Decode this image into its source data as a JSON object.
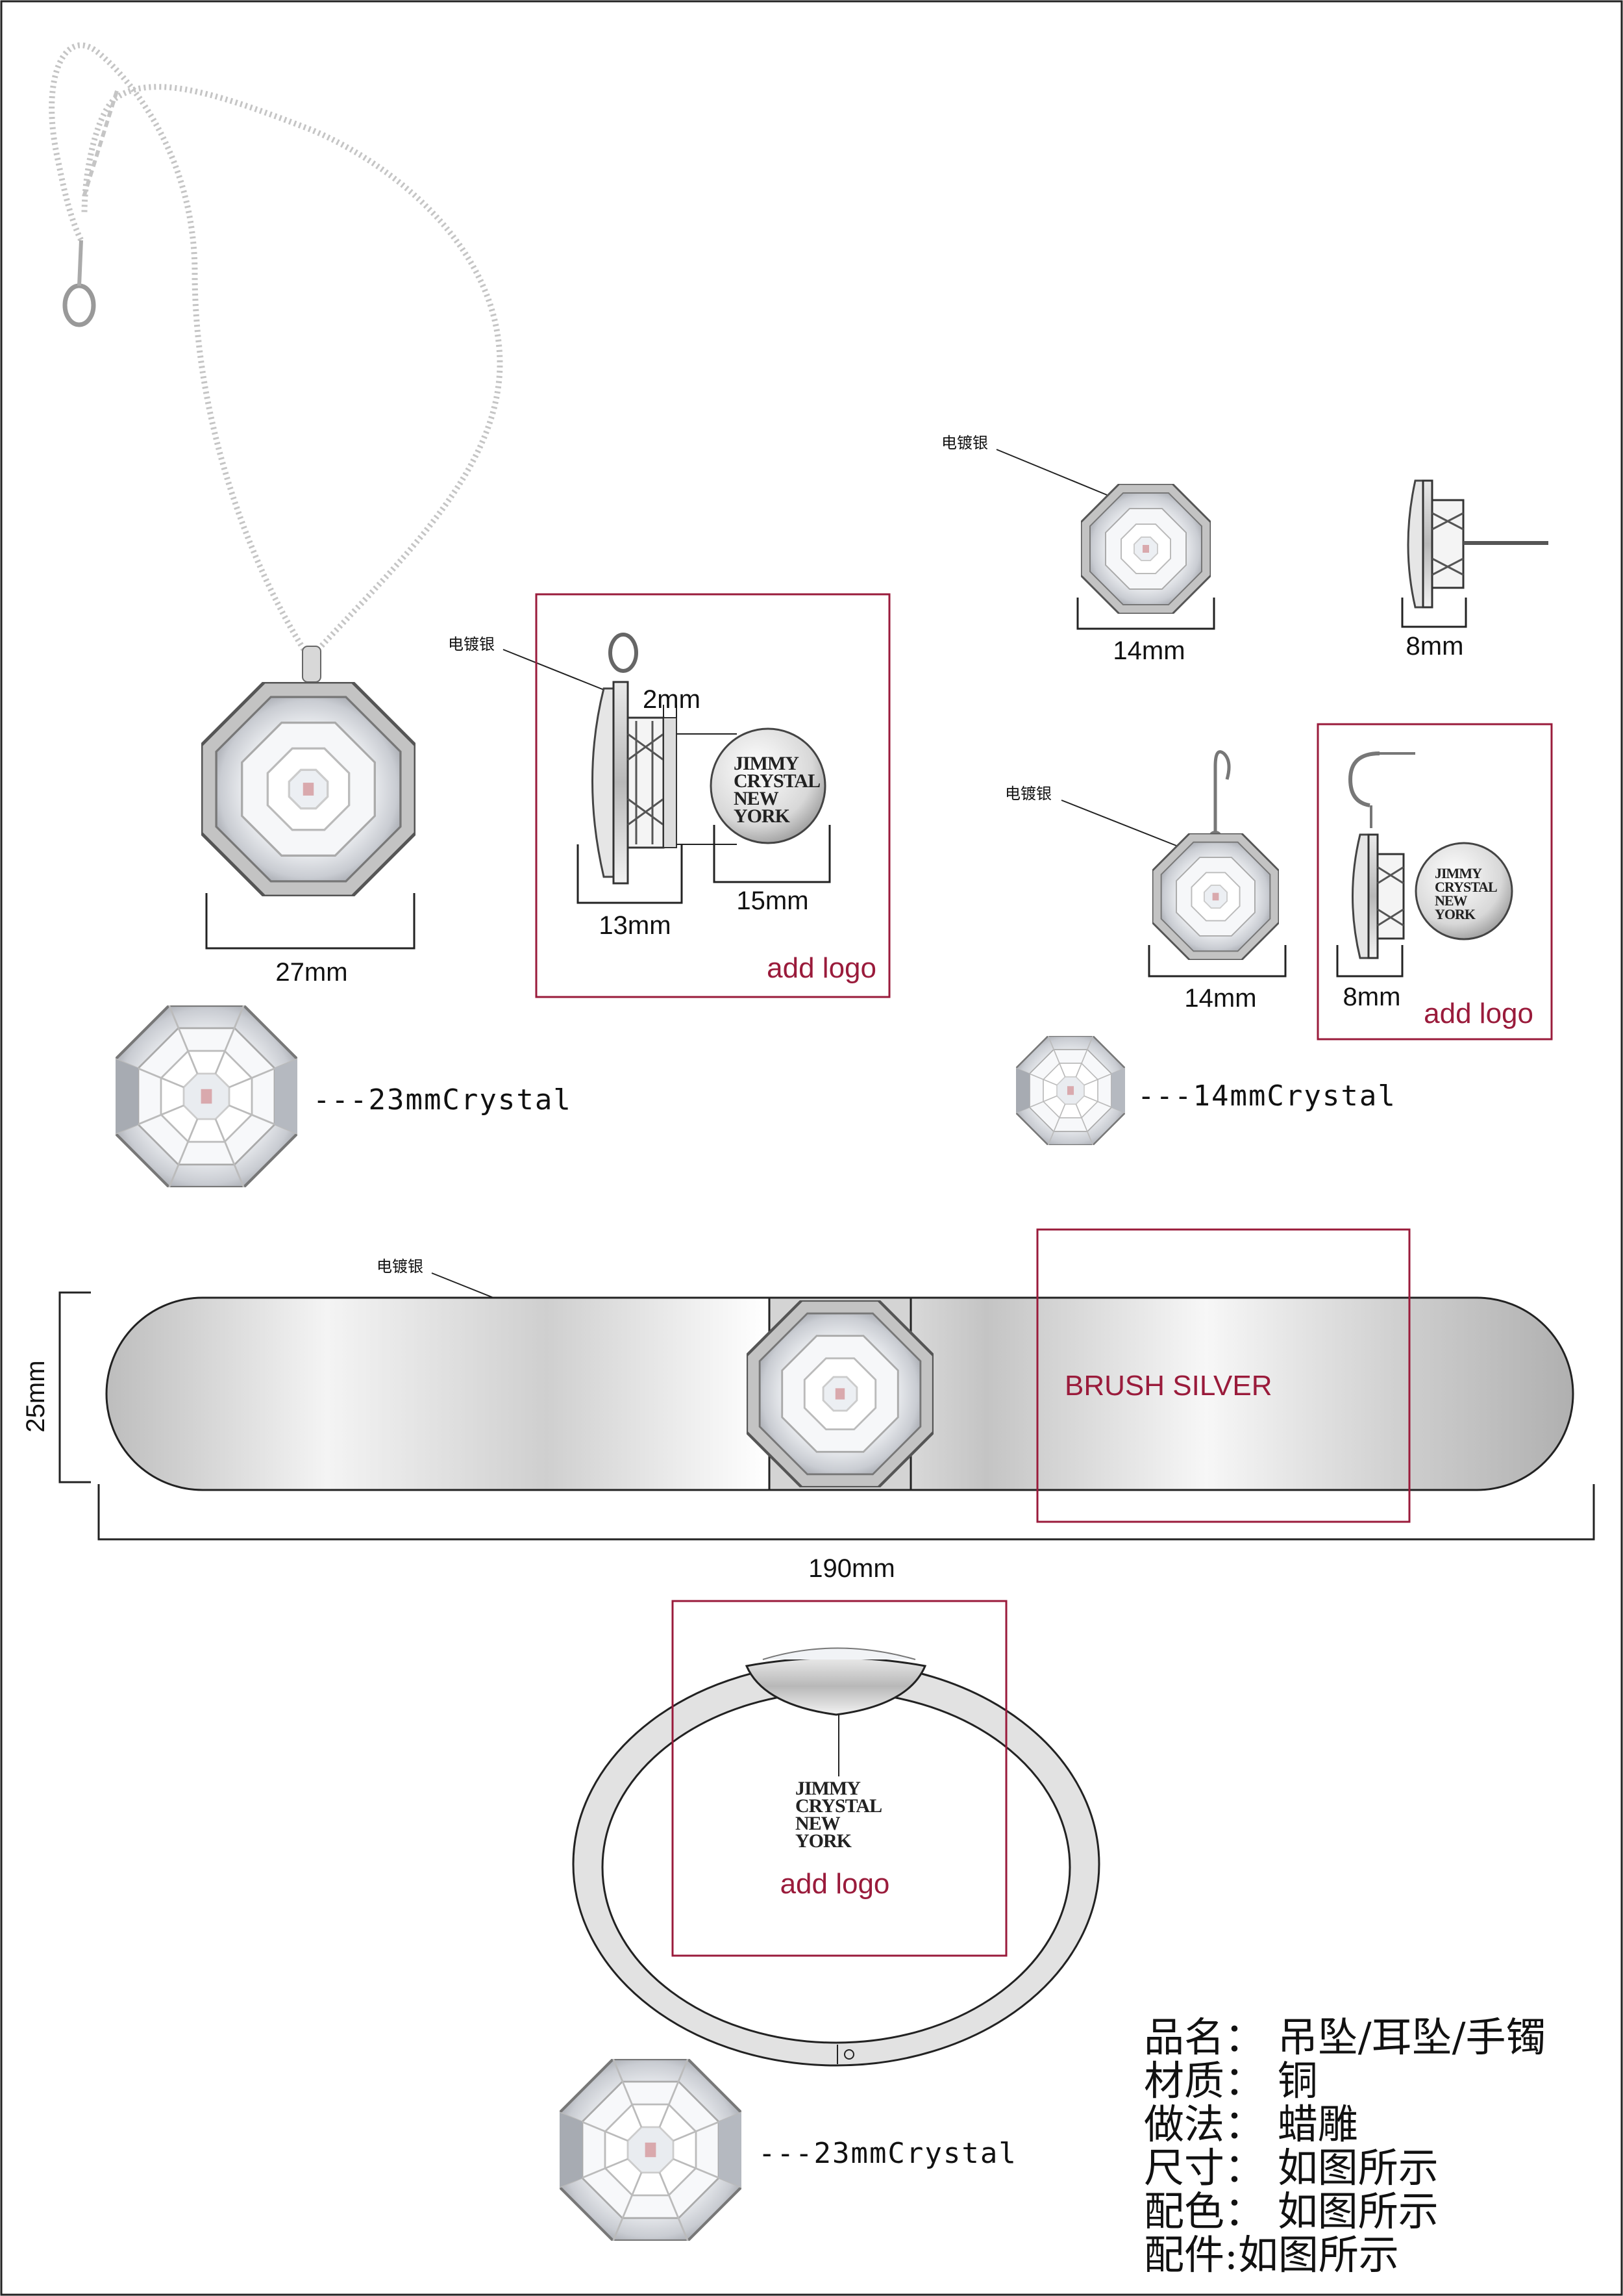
{
  "notes": {
    "plating": "电镀银"
  },
  "pendant": {
    "width_label": "27mm",
    "crystal_label": "---23mmCrystal"
  },
  "pendant_side": {
    "thickness_label": "2mm",
    "depth_label": "13mm",
    "logo_diameter_label": "15mm",
    "logo_lines": [
      "JIMMY",
      "CRYSTAL",
      "NEW",
      "YORK"
    ],
    "add_logo": "add logo"
  },
  "stud": {
    "width_label": "14mm",
    "side_label": "8mm"
  },
  "drop_earring": {
    "width_label": "14mm",
    "side_label": "8mm",
    "add_logo": "add logo",
    "crystal_label": "---14mmCrystal"
  },
  "cuff": {
    "height_label": "25mm",
    "length_label": "190mm",
    "finish_label": "BRUSH SILVER"
  },
  "bangle": {
    "add_logo": "add logo",
    "crystal_label": "---23mmCrystal"
  },
  "spec": {
    "lines": [
      "品名： 吊坠/耳坠/手镯",
      "材质： 铜",
      "做法： 蜡雕",
      "尺寸： 如图所示",
      "配色： 如图所示",
      "配件:如图所示"
    ]
  },
  "colors": {
    "accent": "#9a1b3b",
    "metal": "#c8c8c8",
    "outline": "#333333"
  }
}
